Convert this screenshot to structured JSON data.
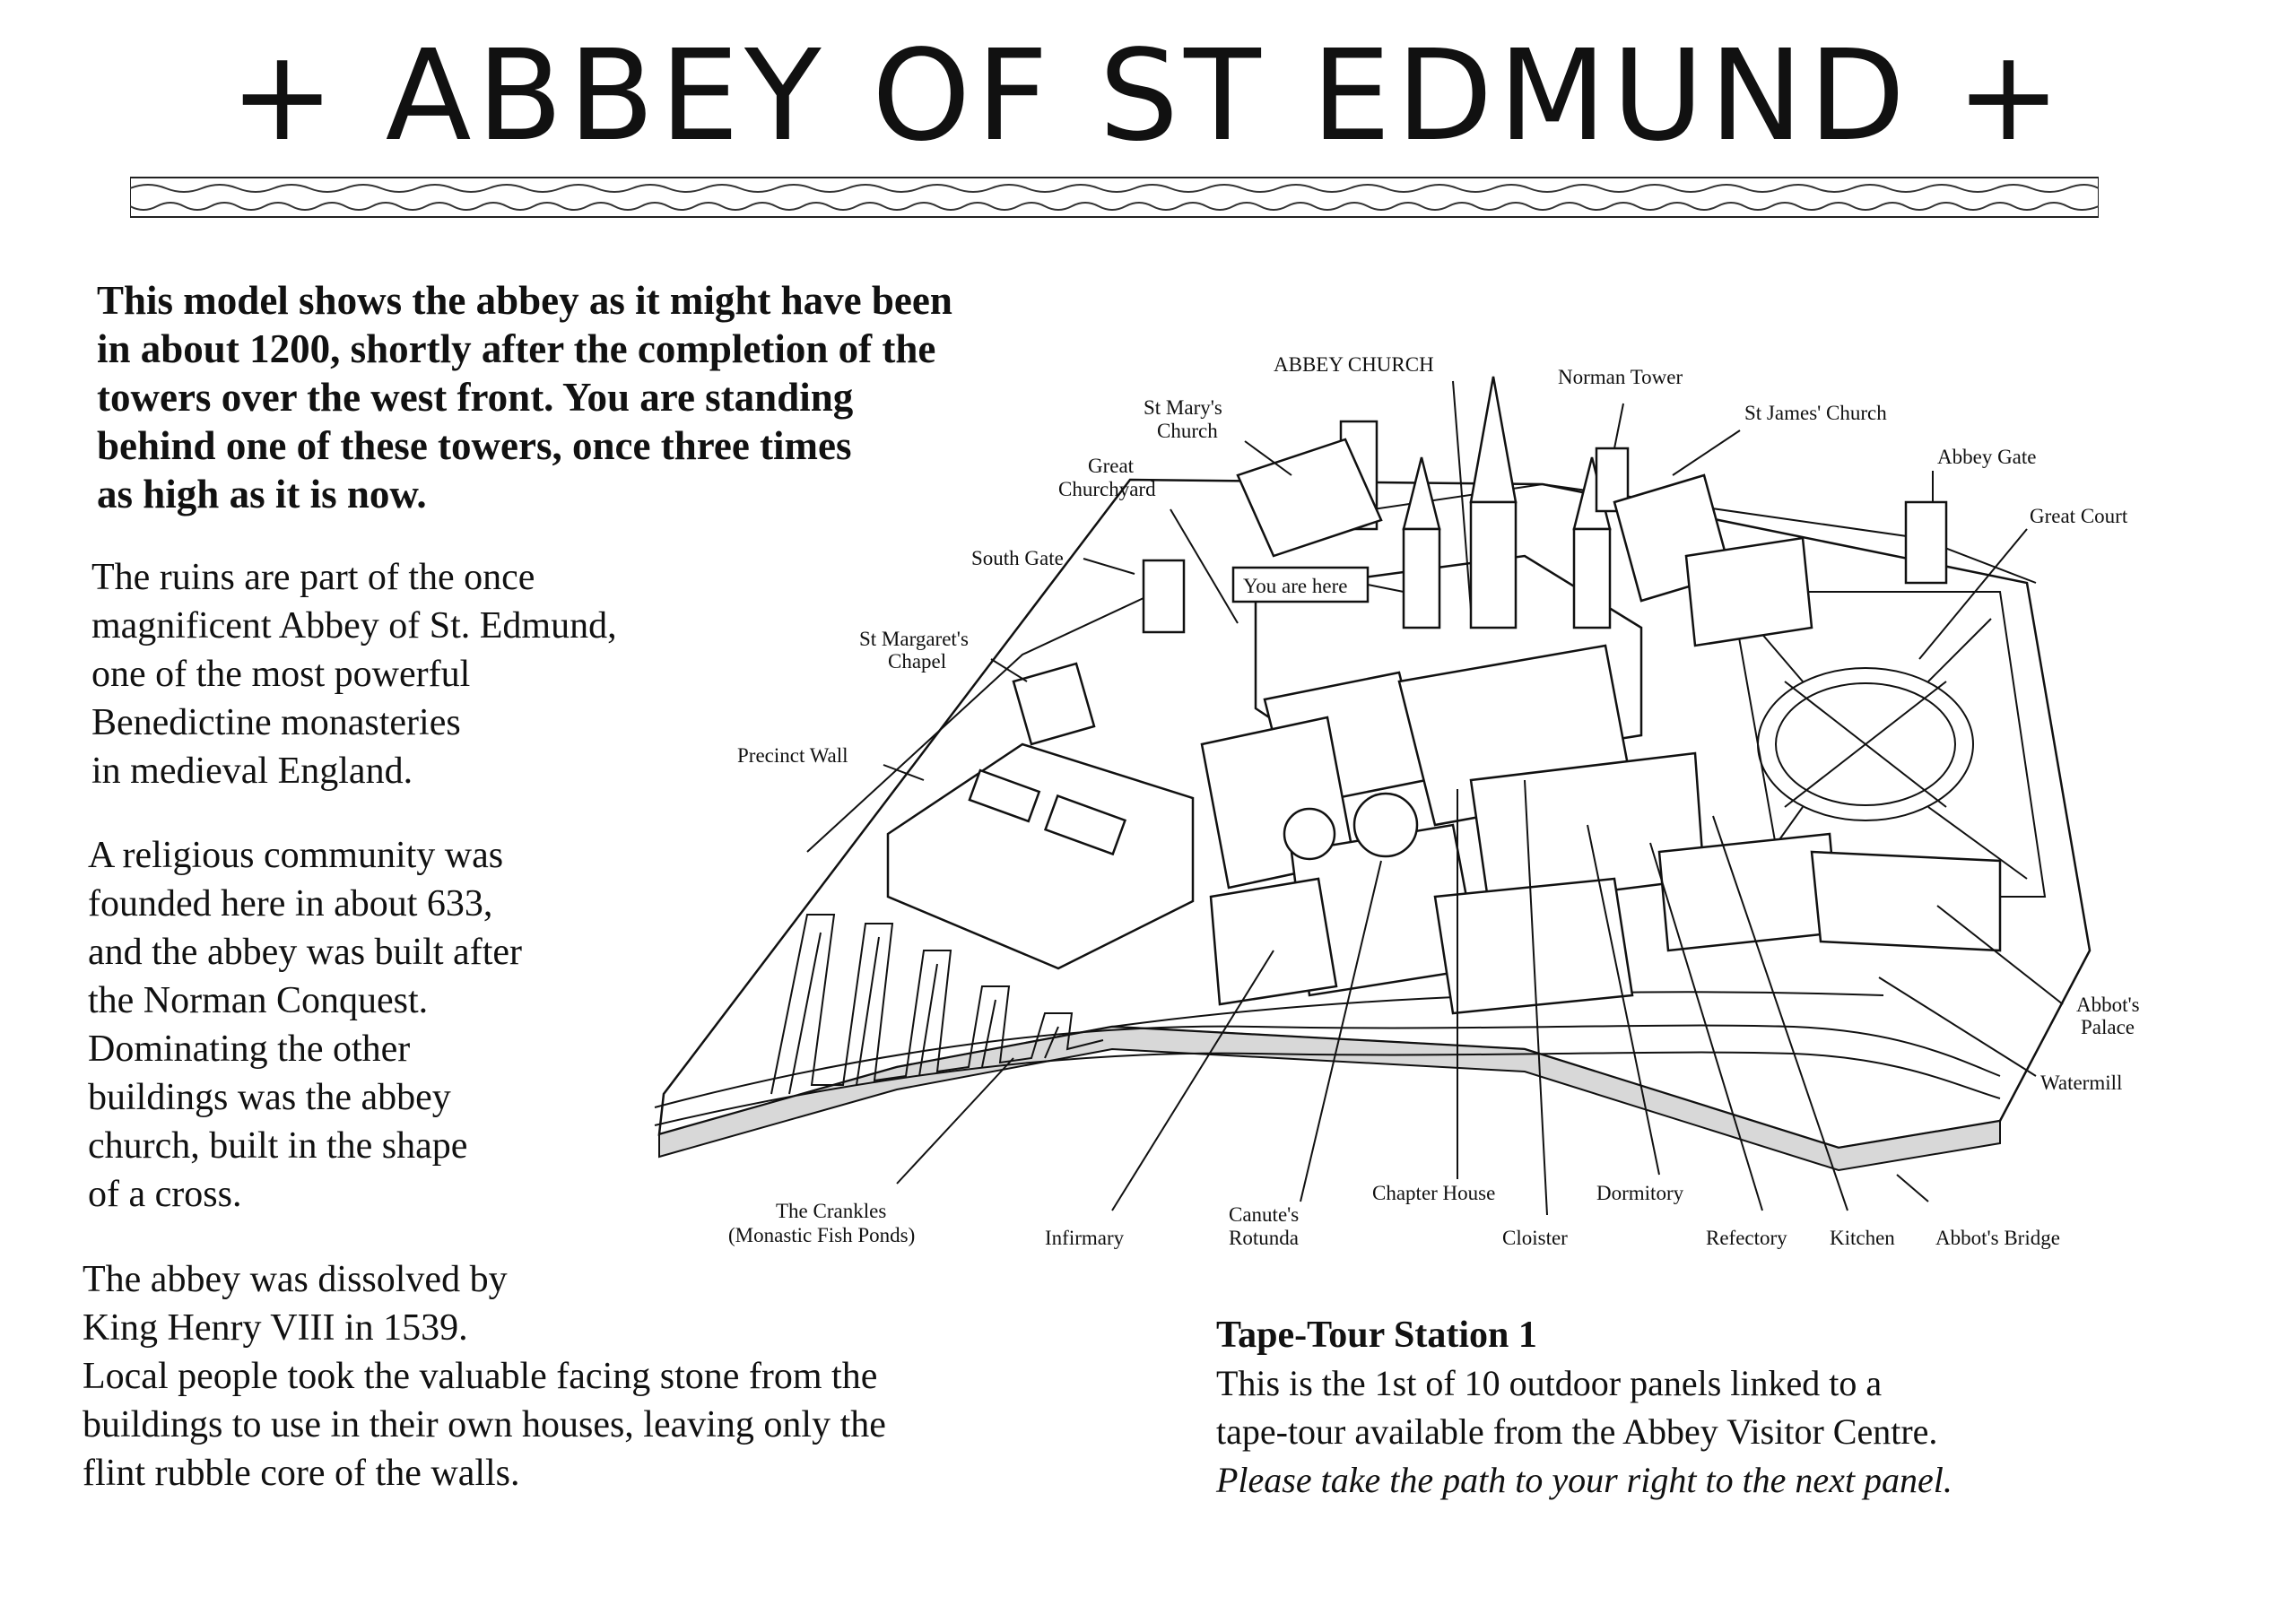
{
  "title": "+ ABBEY OF ST EDMUND +",
  "intro": [
    "This model shows the abbey as it might have been",
    "in about 1200, shortly after the completion of the",
    "towers over the west front. You are standing",
    "behind one of these towers, once three times",
    "as high as it is now."
  ],
  "para1": [
    "The ruins are part of the once",
    "magnificent Abbey of St. Edmund,",
    "one of the most powerful",
    "Benedictine monasteries",
    "in medieval England."
  ],
  "para2": [
    "A religious community was",
    "founded here in about 633,",
    "and the abbey was built after",
    "the Norman Conquest.",
    "Dominating the other",
    "buildings was the abbey",
    "church, built in the shape",
    "of a cross."
  ],
  "para3": [
    "The abbey was dissolved by",
    "King Henry VIII in 1539.",
    "Local people took the valuable facing stone from the",
    "buildings to use in their own houses, leaving only the",
    "flint rubble core of the walls."
  ],
  "tape": {
    "heading": "Tape-Tour Station 1",
    "line1": "This is the 1st of 10 outdoor panels linked to a",
    "line2": "tape-tour available from the Abbey Visitor Centre.",
    "line3": "Please take the path to your right to the next panel."
  },
  "map_labels": {
    "abbey_church": "ABBEY CHURCH",
    "norman_tower": "Norman Tower",
    "st_james": "St James' Church",
    "abbey_gate": "Abbey Gate",
    "great_court": "Great Court",
    "st_marys_1": "St Mary's",
    "st_marys_2": "Church",
    "great_churchyard_1": "Great",
    "great_churchyard_2": "Churchyard",
    "south_gate": "South Gate",
    "you_are_here": "You are here",
    "st_margarets_1": "St Margaret's",
    "st_margarets_2": "Chapel",
    "precinct_wall": "Precinct Wall",
    "abbots_palace_1": "Abbot's",
    "abbots_palace_2": "Palace",
    "watermill": "Watermill",
    "crankles_1": "The Crankles",
    "crankles_2": "(Monastic Fish Ponds)",
    "infirmary": "Infirmary",
    "canutes_1": "Canute's",
    "canutes_2": "Rotunda",
    "chapter_house": "Chapter House",
    "cloister": "Cloister",
    "dormitory": "Dormitory",
    "refectory": "Refectory",
    "kitchen": "Kitchen",
    "abbots_bridge": "Abbot's Bridge"
  },
  "colors": {
    "ink": "#111111",
    "paper": "#ffffff"
  }
}
